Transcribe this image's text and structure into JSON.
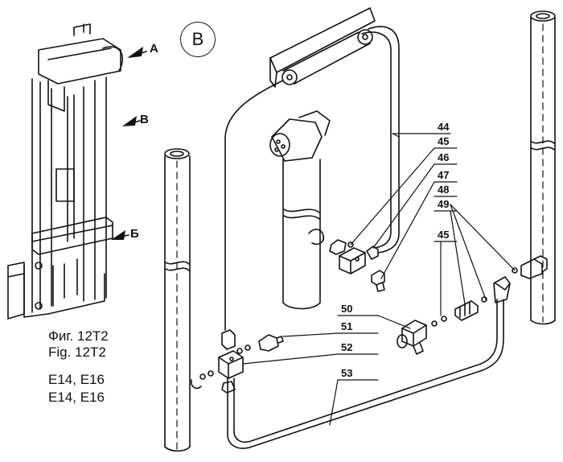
{
  "view_marker": "B",
  "arrows": {
    "a": "A",
    "b": "B",
    "c": "Б"
  },
  "callouts": [
    "44",
    "45",
    "46",
    "47",
    "48",
    "49",
    "45",
    "50",
    "51",
    "52",
    "53"
  ],
  "caption": {
    "fig_ru": "Фиг. 12T2",
    "fig_en": "Fig. 12T2",
    "models_1": "E14, E16",
    "models_2": "E14, E16"
  }
}
